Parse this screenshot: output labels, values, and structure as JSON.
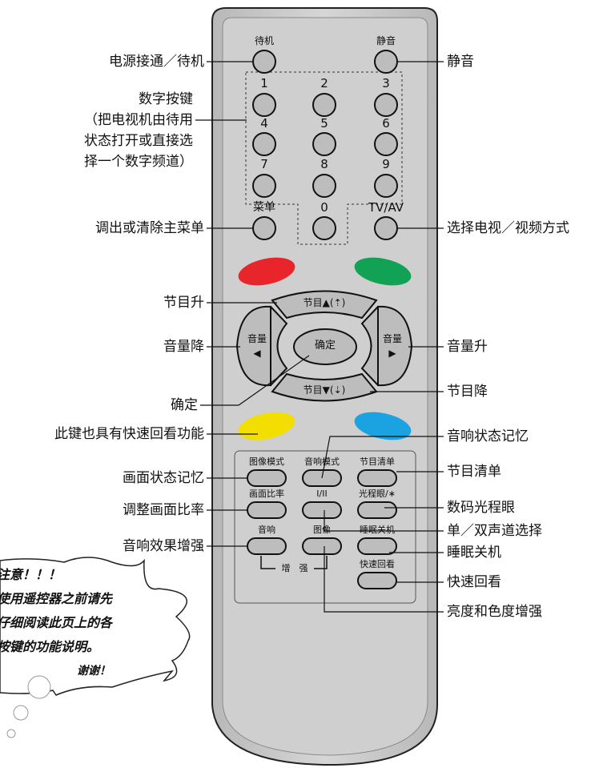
{
  "remote": {
    "top_row": {
      "power": "待机",
      "mute": "静音"
    },
    "digits": [
      "1",
      "2",
      "3",
      "4",
      "5",
      "6",
      "7",
      "8",
      "9"
    ],
    "menu": "菜单",
    "zero": "0",
    "tvav": "TV/AV",
    "colors": {
      "red": "#e8252b",
      "green": "#12a255",
      "yellow": "#f2de00",
      "blue": "#1aa3e0",
      "body": "#c9c9c9",
      "button": "#b9b9b9"
    },
    "nav": {
      "ch_up": "节目▲(⇡)",
      "ch_down": "节目▼(⇣)",
      "vol_left_1": "音量",
      "vol_left_2": "◀",
      "vol_right_1": "音量",
      "vol_right_2": "▶",
      "ok": "确定"
    },
    "lower_panel": {
      "picture_mode": "图像模式",
      "sound_mode": "音响模式",
      "program_list": "节目清单",
      "aspect": "画面比率",
      "dual": "I/II",
      "light_sensor": "光程眼/∗",
      "sound": "音响",
      "picture": "图像",
      "sleep": "睡眠关机",
      "enhance": "增　强",
      "quick_view": "快速回看"
    }
  },
  "callouts": {
    "left": {
      "power": "电源接通／待机",
      "digits": [
        "数字按键",
        "（把电视机由待用",
        "状态打开或直接选",
        "择一个数字频道）"
      ],
      "menu": "调出或清除主菜单",
      "ch_up": "节目升",
      "vol_down": "音量降",
      "ok": "确定",
      "yellow": "此键也具有快速回看功能",
      "picture_mem": "画面状态记忆",
      "aspect": "调整画面比率",
      "sound_enh": "音响效果增强"
    },
    "right": {
      "mute": "静音",
      "tvav": "选择电视／视频方式",
      "vol_up": "音量升",
      "ch_down": "节目降",
      "sound_mem": "音响状态记忆",
      "program_list": "节目清单",
      "light_sensor": "数码光程眼",
      "dual": "单／双声道选择",
      "sleep": "睡眠关机",
      "quick_view": "快速回看",
      "brightness": "亮度和色度增强"
    }
  },
  "note": {
    "lines": [
      "注意！！！",
      "使用遥控器之前请先",
      "仔细阅读此页上的各",
      "按键的功能说明。"
    ],
    "thanks": "谢谢！"
  }
}
